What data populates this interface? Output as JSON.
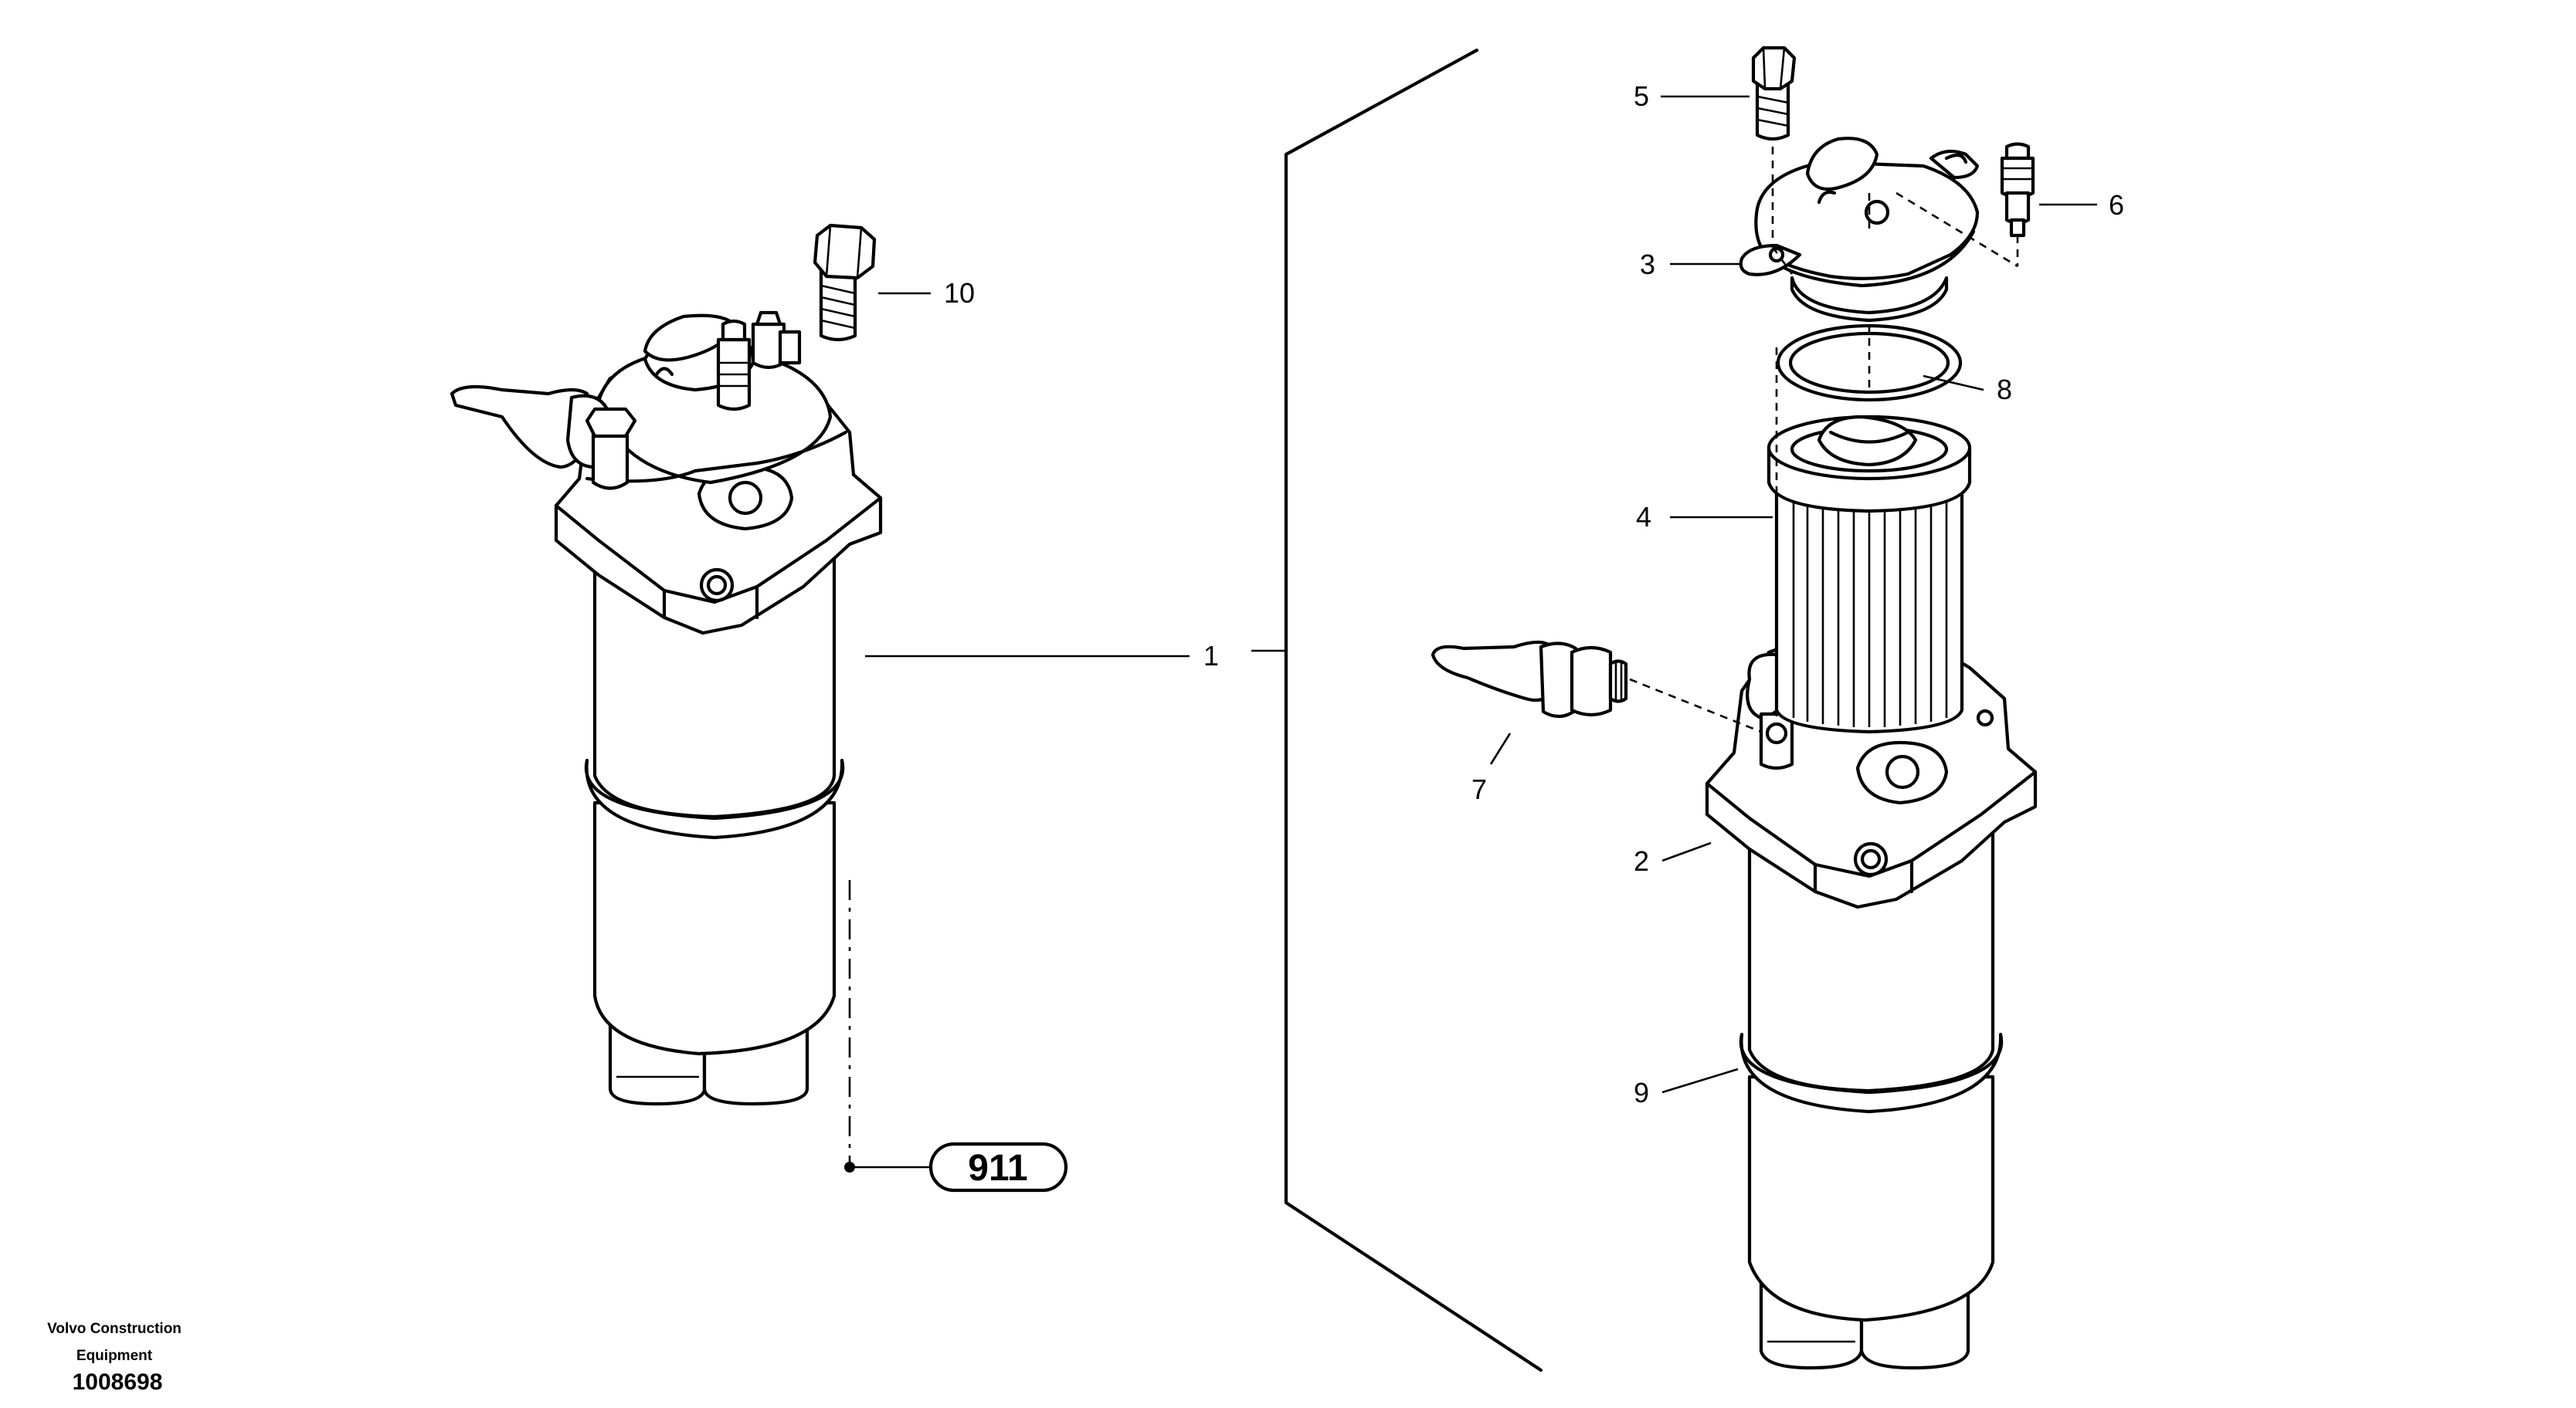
{
  "callouts": {
    "c1": "1",
    "c2": "2",
    "c3": "3",
    "c4": "4",
    "c5": "5",
    "c6": "6",
    "c7": "7",
    "c8": "8",
    "c9": "9",
    "c10": "10"
  },
  "reference": {
    "label": "911"
  },
  "footer": {
    "company_line1": "Volvo Construction",
    "company_line2": "Equipment",
    "drawing_number": "1008698"
  }
}
